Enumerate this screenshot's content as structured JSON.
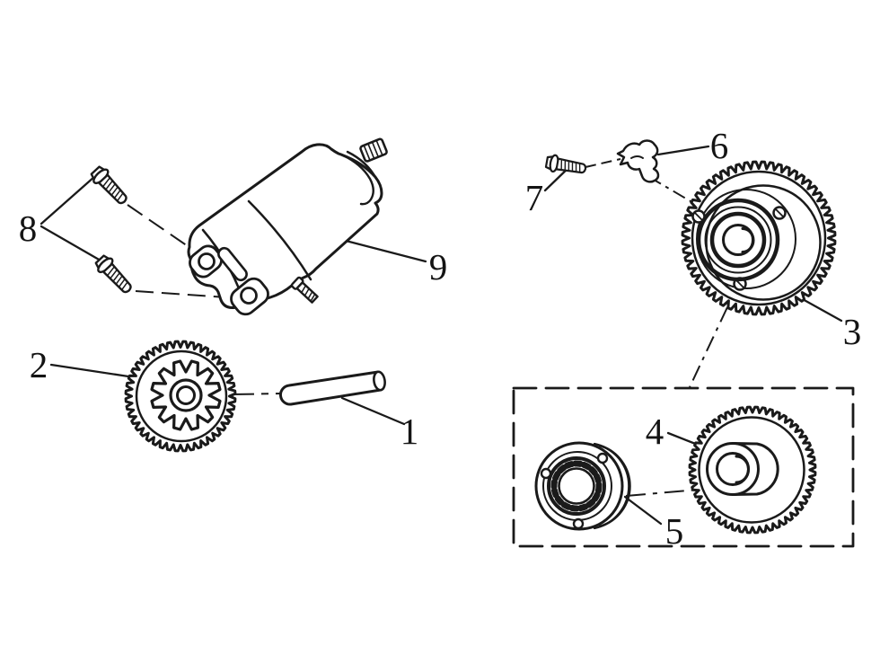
{
  "canvas": {
    "background": "#ffffff",
    "line_color": "#1a1a1a"
  },
  "callouts": [
    {
      "label": "1"
    },
    {
      "label": "2"
    },
    {
      "label": "3"
    },
    {
      "label": "4"
    },
    {
      "label": "5"
    },
    {
      "label": "6"
    },
    {
      "label": "7"
    },
    {
      "label": "8"
    },
    {
      "label": "9"
    }
  ]
}
